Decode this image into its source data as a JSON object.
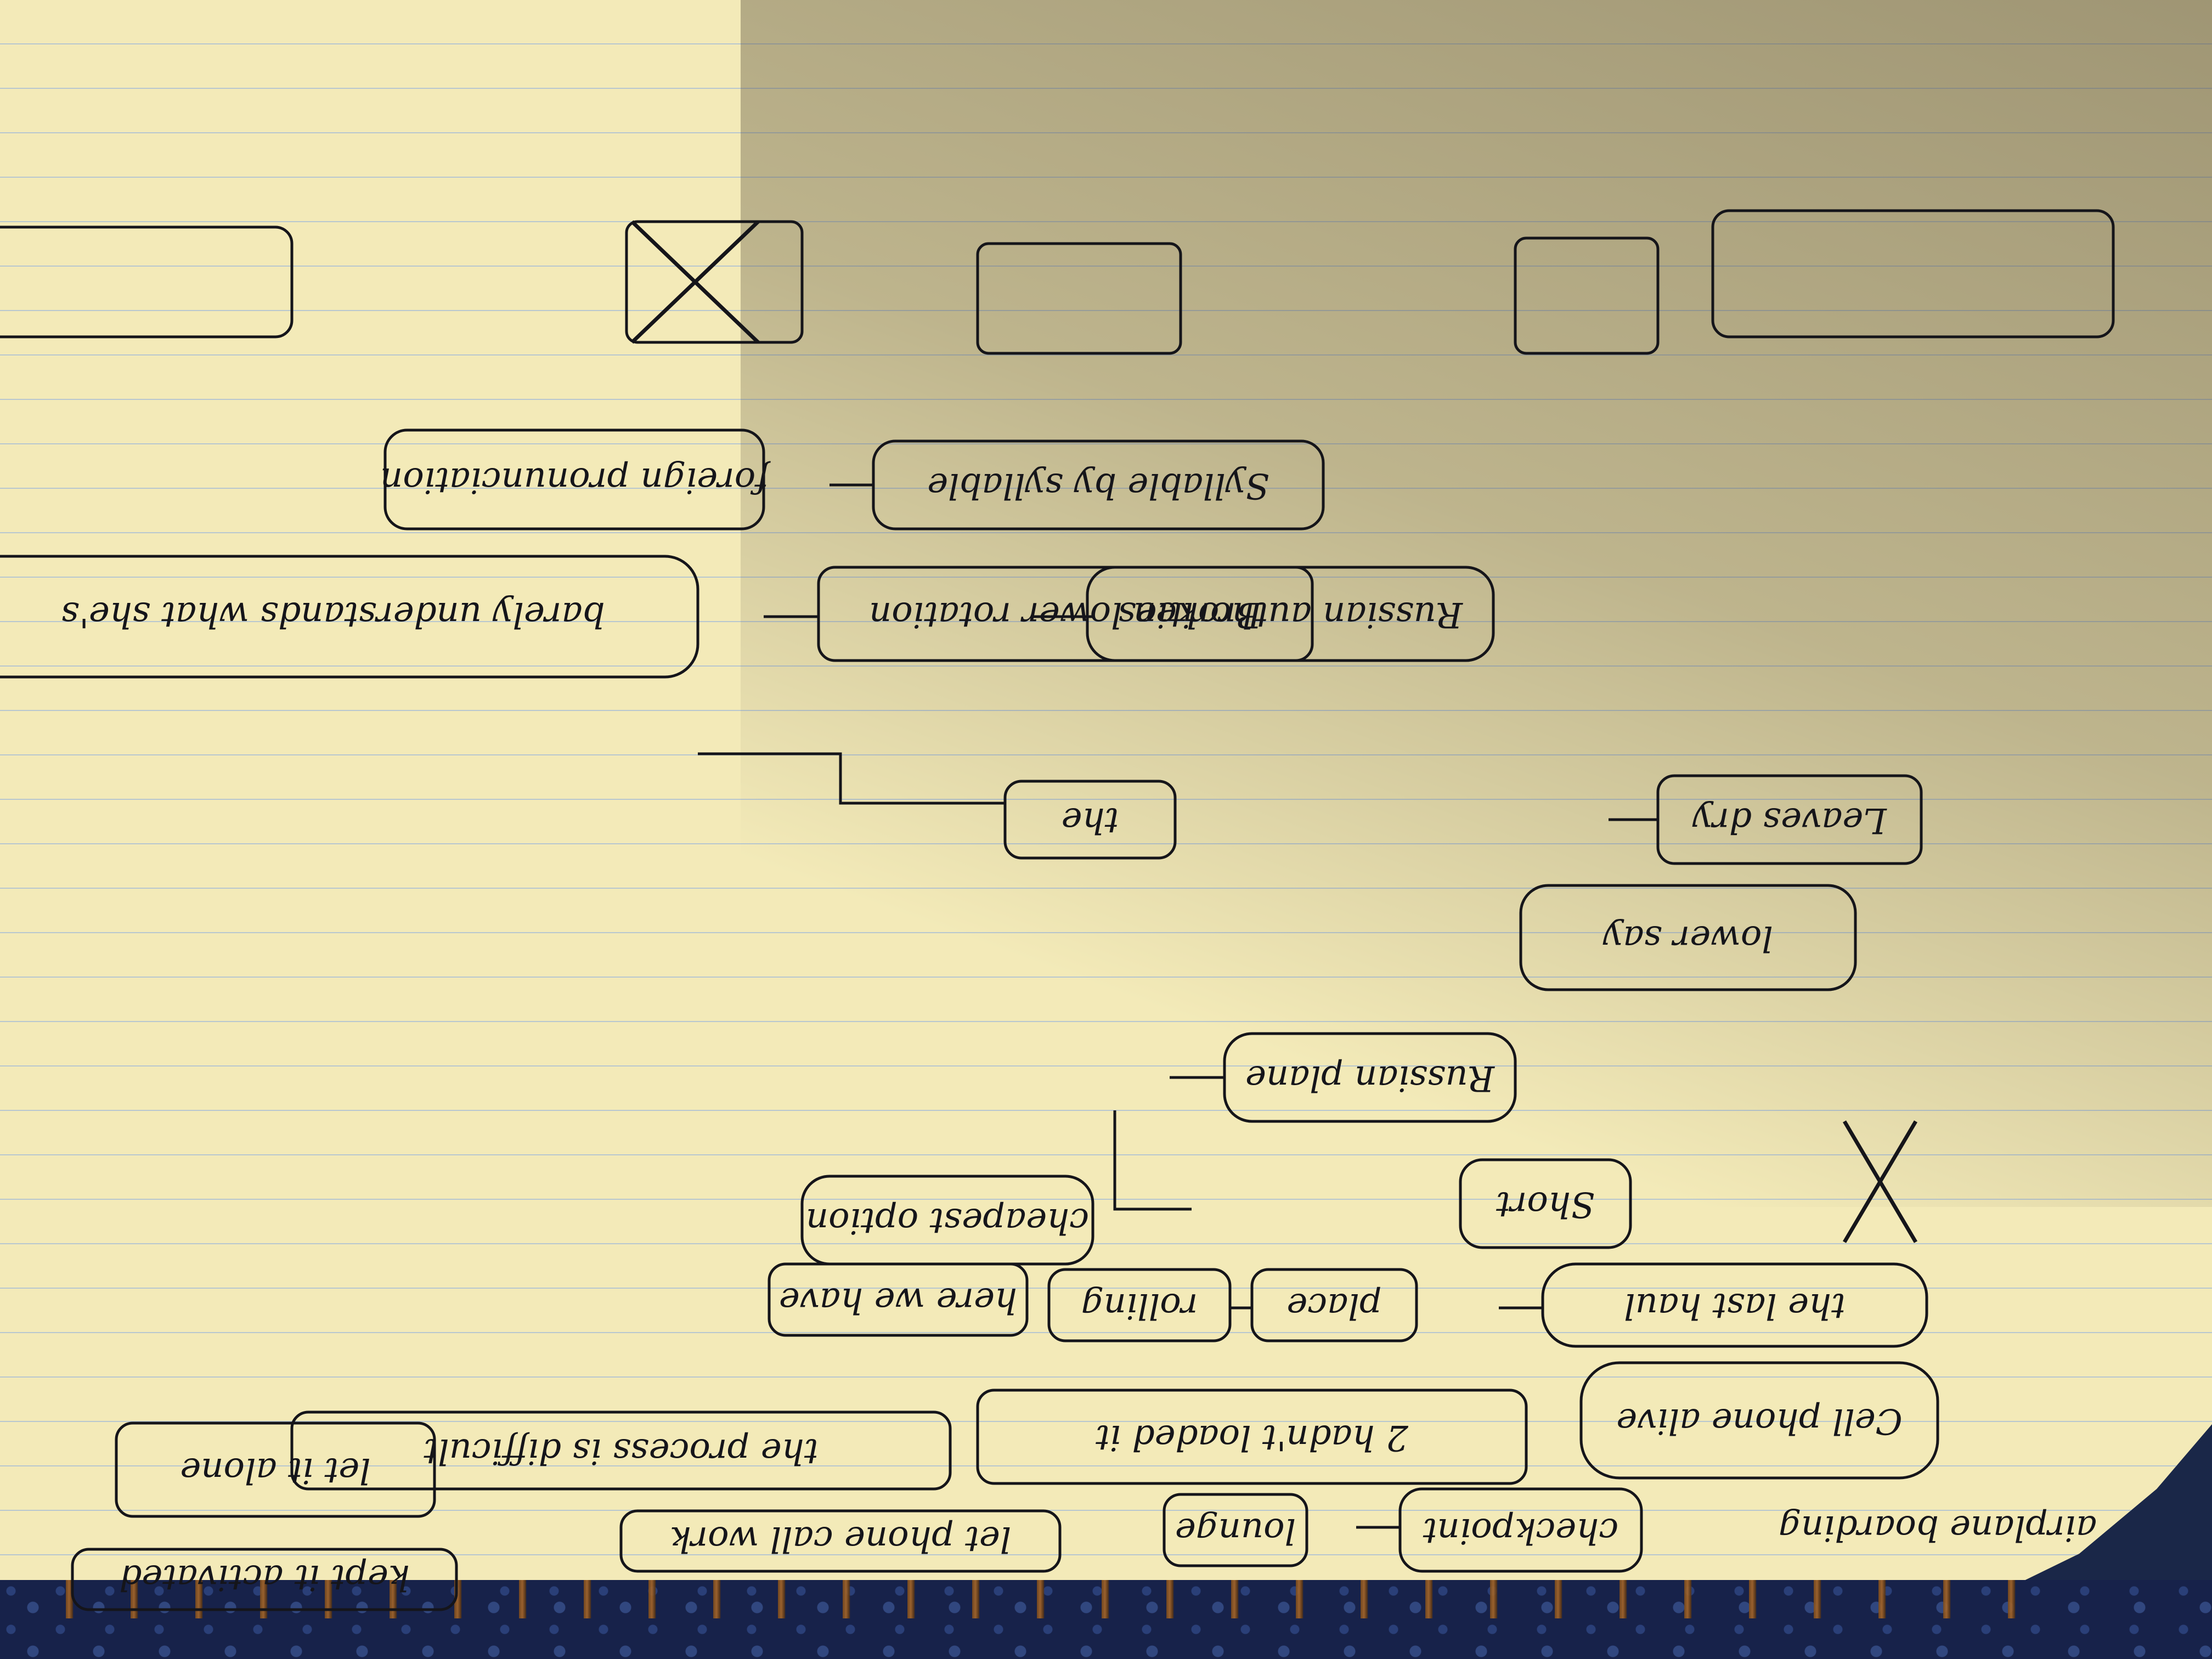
{
  "photo": {
    "subject": "handwritten notebook page (upside down)",
    "orientation": "rotated-180",
    "ink_color": "#15151a",
    "paper_color": "#f3eab8",
    "rule_color": "#b8c7cf"
  },
  "notes": [
    "Russian authorities",
    "barely understands what she's",
    "Broken lower rotation",
    "Syllable by syllable",
    "foreign pronunciation",
    "Leaves dry",
    "the",
    "lower say",
    "Russian plane",
    "cheapest option",
    "Short",
    "place",
    "rolling",
    "here we have",
    "the last haul",
    "Cell phone alive",
    "2 hadn't loaded it",
    "the process is difficult",
    "let it alone",
    "checkpoint",
    "lounge",
    "let phone call work",
    "kept it activated",
    "airplane boarding"
  ]
}
